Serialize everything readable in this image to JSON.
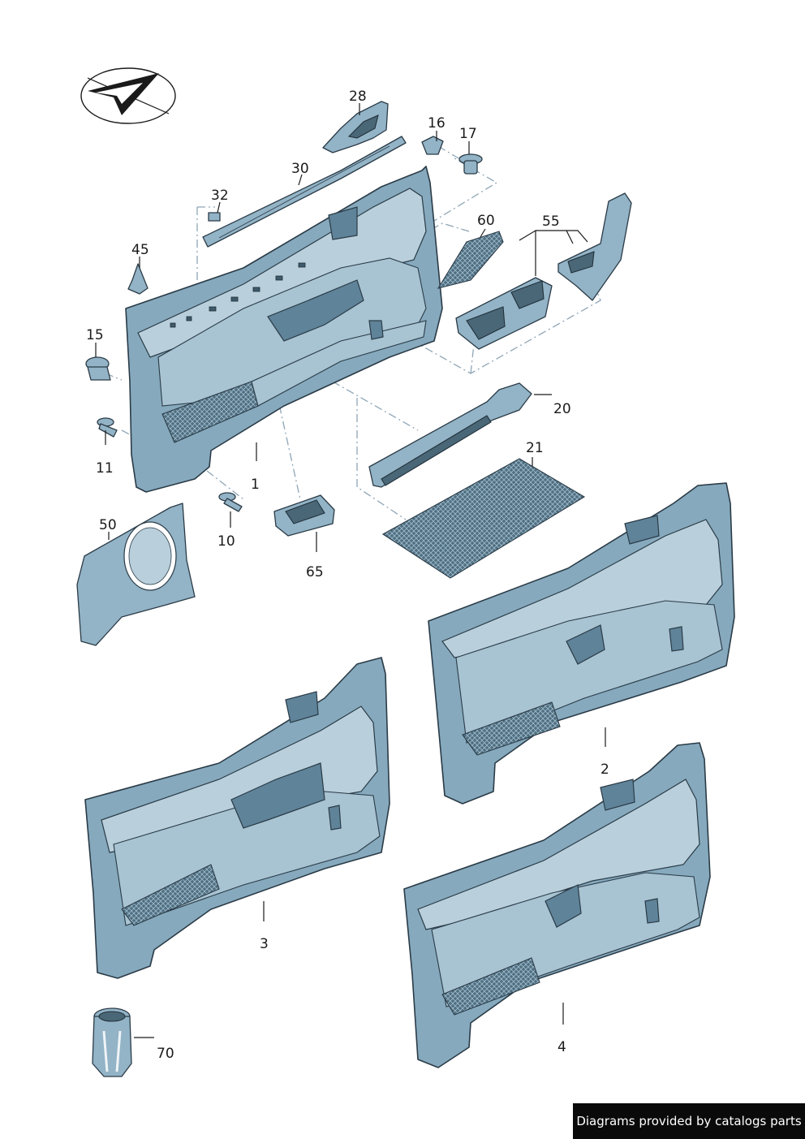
{
  "diagram": {
    "callouts": {
      "c1": "1",
      "c2": "2",
      "c3": "3",
      "c4": "4",
      "c10": "10",
      "c11": "11",
      "c15": "15",
      "c16": "16",
      "c17": "17",
      "c20": "20",
      "c21": "21",
      "c28": "28",
      "c30": "30",
      "c32": "32",
      "c45": "45",
      "c50": "50",
      "c55": "55",
      "c60": "60",
      "c65": "65",
      "c70": "70"
    },
    "logo_icon": "checkmark-arrow-logo",
    "colors": {
      "panel": "#86a9bd",
      "outline": "#2a3b47",
      "dash": "#8fa6b6"
    }
  },
  "footer": {
    "credit": "Diagrams provided by catalogs parts"
  }
}
